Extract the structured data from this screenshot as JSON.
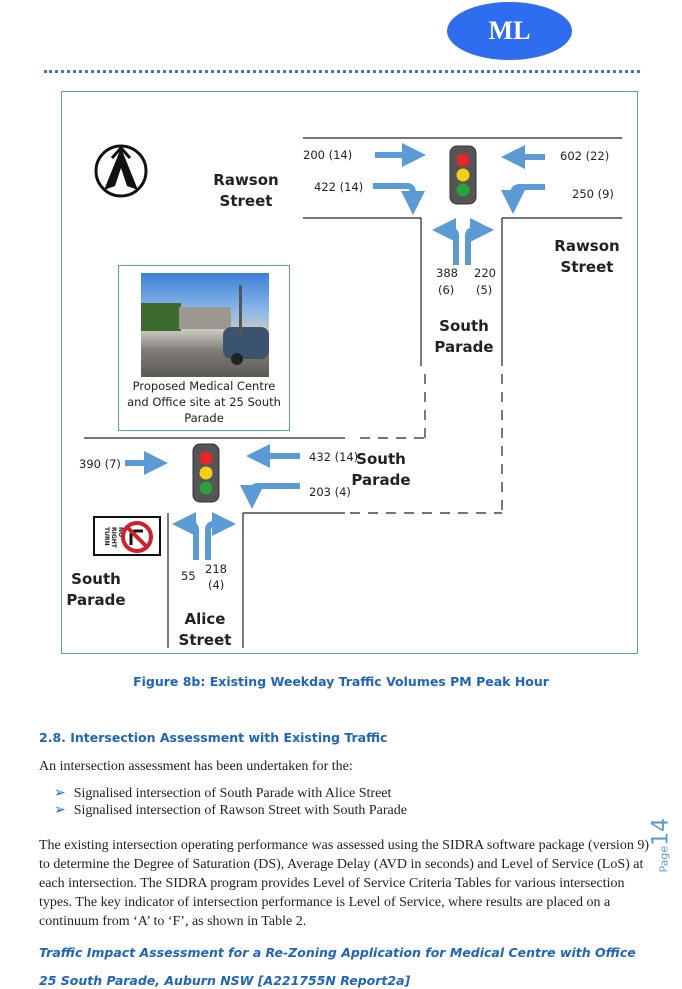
{
  "logo": {
    "text": "ML",
    "color": "#2f6df0"
  },
  "figure": {
    "streets": {
      "rawson_left": "Rawson Street",
      "rawson_right": "Rawson Street",
      "south_parade_center": "South Parade",
      "south_parade_mid": "South Parade",
      "south_parade_left": "South Parade",
      "alice": "Alice Street"
    },
    "volumes": {
      "v200": "200 (14)",
      "v422": "422 (14)",
      "v602": "602 (22)",
      "v250": "250 (9)",
      "v388": "388",
      "v388b": "(6)",
      "v220": "220",
      "v220b": "(5)",
      "v390": "390 (7)",
      "v432": "432 (14)",
      "v203": "203 (4)",
      "v55": "55",
      "v218": "218",
      "v218b": "(4)"
    },
    "sign": {
      "line1": "NO",
      "line2": "RIGHT",
      "line3": "TURN"
    },
    "inset_caption": "Proposed Medical Centre and Office  site at 25 South Parade",
    "caption": "Figure 8b: Existing Weekday Traffic Volumes PM Peak Hour"
  },
  "section": {
    "heading": "2.8. Intersection Assessment with Existing Traffic",
    "intro": "An intersection assessment has been undertaken for the:",
    "bullets": [
      "Signalised intersection of South Parade with Alice Street",
      "Signalised intersection of Rawson Street with South Parade"
    ],
    "paragraph": "The existing intersection operating performance was assessed using the SIDRA software package (version 9) to determine the Degree of Saturation (DS), Average Delay (AVD in seconds) and Level of Service (LoS) at each intersection.  The SIDRA program provides Level of Service Criteria Tables for various intersection types. The key indicator of intersection performance is Level of Service, where results are placed on a continuum from ‘A’ to ‘F’, as shown in Table 2."
  },
  "footer": {
    "line1": "Traffic Impact Assessment for a Re-Zoning Application for Medical Centre with Office",
    "line2": "25 South Parade, Auburn NSW [A221755N Report2a]"
  },
  "page": {
    "word": "Page",
    "number": "14"
  },
  "colors": {
    "accent": "#1f64c0",
    "arrow": "#5b9bd5",
    "border": "#5b9bd5"
  },
  "icons": [
    "north-arrow-icon",
    "traffic-light-icon",
    "no-right-turn-icon",
    "bullet-arrow-icon"
  ]
}
